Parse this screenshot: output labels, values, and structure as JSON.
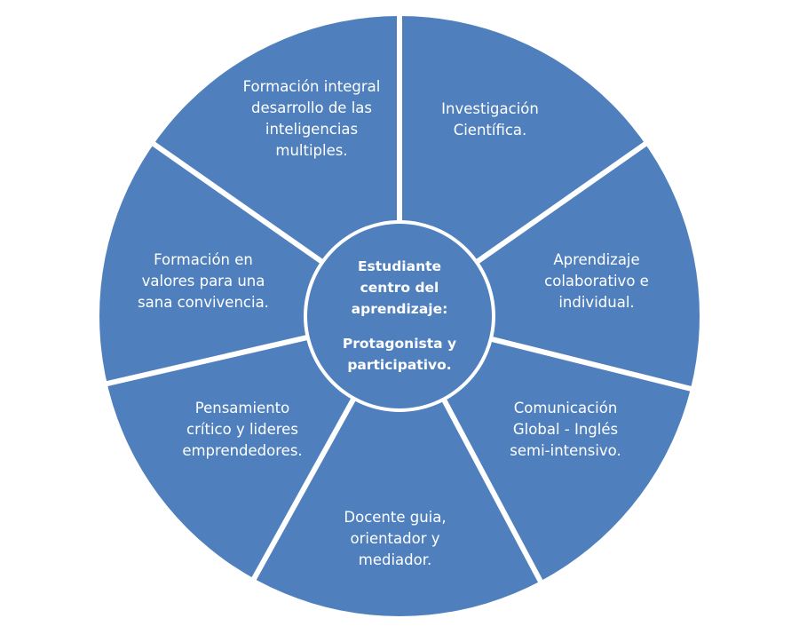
{
  "diagram": {
    "colors": {
      "segment_fill": "#4f80bd",
      "center_fill": "#4f80bd",
      "divider": "#ffffff",
      "text": "#ffffff"
    },
    "center": {
      "title_lines": [
        "Estudiante",
        "centro del",
        "aprendizaje:"
      ],
      "subtitle_lines": [
        "Protagonista y",
        "participativo."
      ]
    },
    "segments": [
      {
        "id": "investigacion",
        "lines": [
          "Investigación",
          "Científica."
        ]
      },
      {
        "id": "aprendizaje",
        "lines": [
          "Aprendizaje",
          "colaborativo e",
          "individual."
        ]
      },
      {
        "id": "comunicacion",
        "lines": [
          "Comunicación",
          "Global - Inglés",
          "semi-intensivo."
        ]
      },
      {
        "id": "docente",
        "lines": [
          "Docente guia,",
          "orientador y",
          "mediador."
        ]
      },
      {
        "id": "pensamiento",
        "lines": [
          "Pensamiento",
          "crítico y lideres",
          "emprendedores."
        ]
      },
      {
        "id": "valores",
        "lines": [
          "Formación en",
          "valores para una",
          "sana convivencia."
        ]
      },
      {
        "id": "formacion-integral",
        "lines": [
          "Formación integral",
          "desarrollo de las",
          "inteligencias",
          "multiples."
        ]
      }
    ]
  }
}
